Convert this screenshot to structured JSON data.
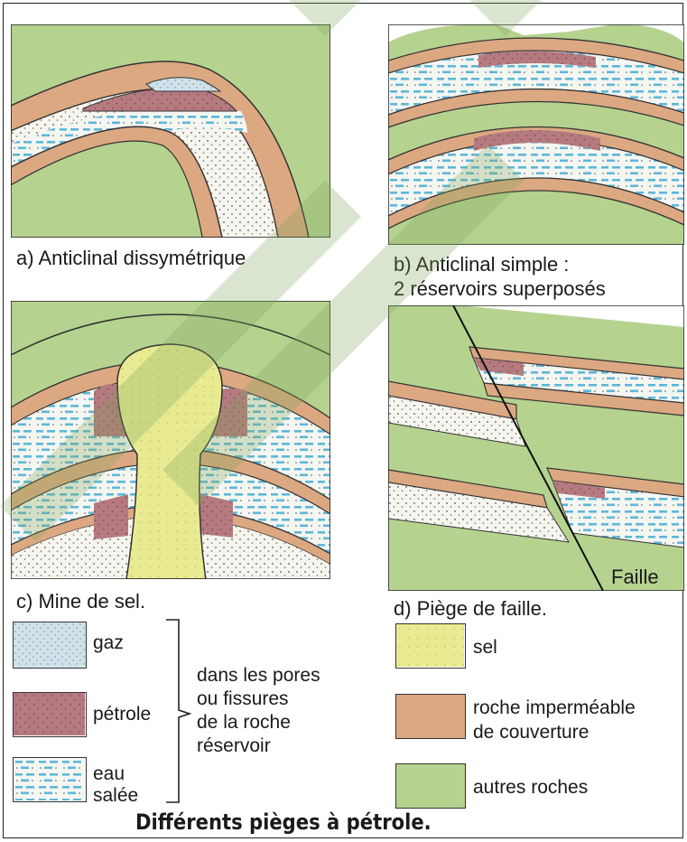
{
  "panels": {
    "a": {
      "caption": "a)  Anticlinal dissymétrique"
    },
    "b": {
      "caption": "b)  Anticlinal simple :",
      "caption2": "2 réservoirs superposés"
    },
    "c": {
      "caption": "c)  Mine de sel."
    },
    "d": {
      "caption": "d)  Piège de faille.",
      "fault_label": "Faille"
    }
  },
  "legend": {
    "gaz": "gaz",
    "petrole": "pétrole",
    "eau_line1": "eau",
    "eau_line2": "salée",
    "pores_note": [
      "dans les pores",
      "ou fissures",
      "de la roche",
      "réservoir"
    ],
    "sel": "sel",
    "roche_line1": "roche imperméable",
    "roche_line2": "de couverture",
    "autres": "autres roches"
  },
  "title": "Différents pièges à pétrole.",
  "colors": {
    "green": "#b5d28f",
    "cap_rock": "#dba882",
    "oil": "#b57a80",
    "gas": "#cfe2ea",
    "salt": "#e9eb92",
    "sand": "#f6f5ee",
    "water_dash": "#5fb7d8",
    "watermark": "#7ea65a"
  }
}
